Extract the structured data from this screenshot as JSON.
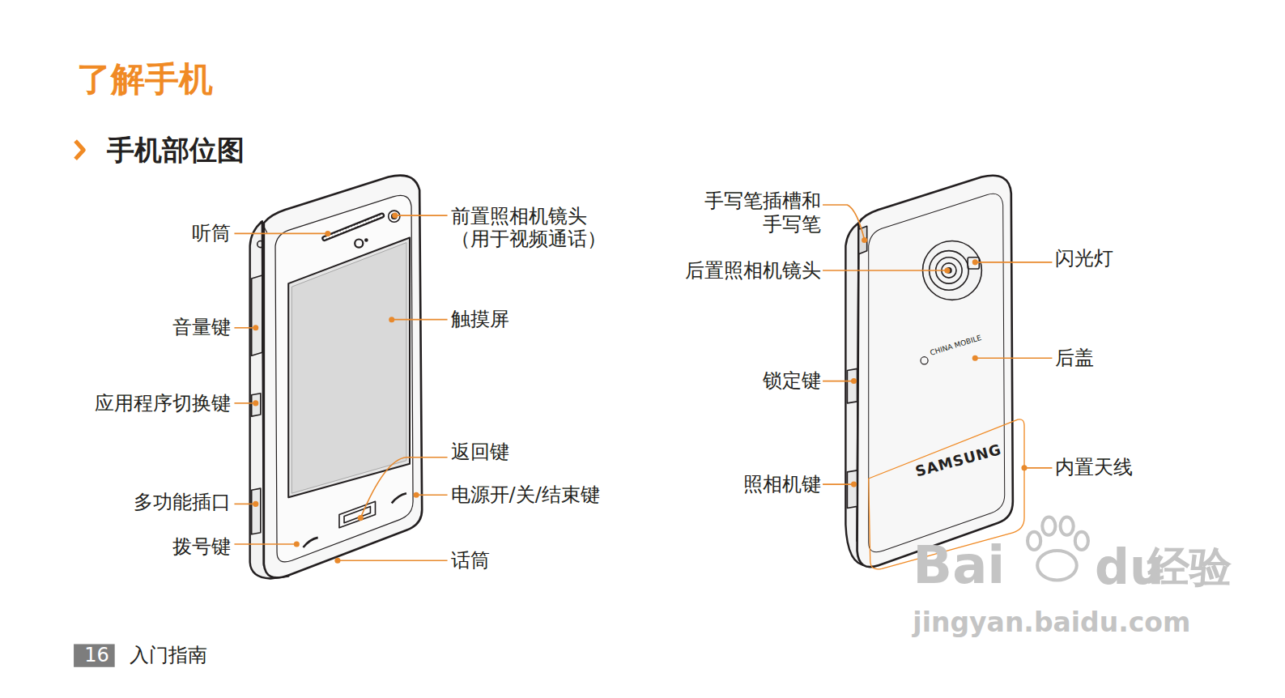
{
  "diagram": {
    "title": "了解手机",
    "labels": [
      "手机部位图",
      "听筒",
      "音量键",
      "应用程序切换键",
      "多功能插口",
      "拨号键",
      "前置照相机镜头 （用于视频通话）",
      "触摸屏",
      "返回键",
      "电源开/关/结束键",
      "话筒",
      "手写笔插槽和 手写笔",
      "后置照相机镜头",
      "锁定键",
      "照相机键",
      "闪光灯",
      "后盖",
      "内置天线",
      "CHINA MOBILE",
      "SAMSUNG",
      "16",
      "入门指南",
      "Bai",
      "du",
      "经验",
      "jingyan.baidu.com"
    ]
  }
}
